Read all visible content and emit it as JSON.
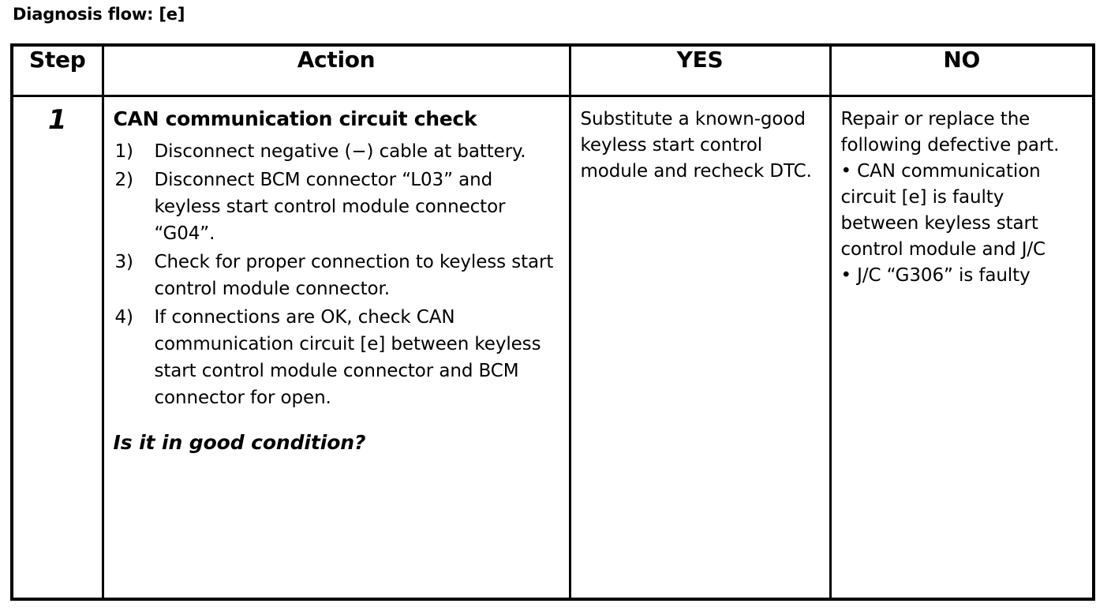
{
  "document": {
    "title": "Diagnosis flow: [e]"
  },
  "table": {
    "headers": {
      "step": "Step",
      "action": "Action",
      "yes": "YES",
      "no": "NO"
    },
    "rows": [
      {
        "step": "1",
        "action": {
          "heading": "CAN communication circuit check",
          "items": [
            {
              "marker": "1)",
              "text": "Disconnect negative (−) cable at battery."
            },
            {
              "marker": "2)",
              "text": "Disconnect BCM connector “L03” and keyless start control module connector “G04”."
            },
            {
              "marker": "3)",
              "text": "Check for proper connection to keyless start control module connector."
            },
            {
              "marker": "4)",
              "text": "If connections are OK, check CAN communication circuit [e] between keyless start control module connector and BCM connector for open."
            }
          ],
          "question": "Is it in good condition?"
        },
        "yes": {
          "text": "Substitute a known-good keyless start control module and recheck DTC."
        },
        "no": {
          "intro": "Repair or replace the following defective part.",
          "bullets": [
            "• CAN communication circuit [e] is faulty between keyless start control module and J/C",
            "• J/C “G306” is faulty"
          ]
        }
      }
    ]
  },
  "colors": {
    "text": "#000000",
    "background": "#ffffff",
    "border": "#000000"
  }
}
